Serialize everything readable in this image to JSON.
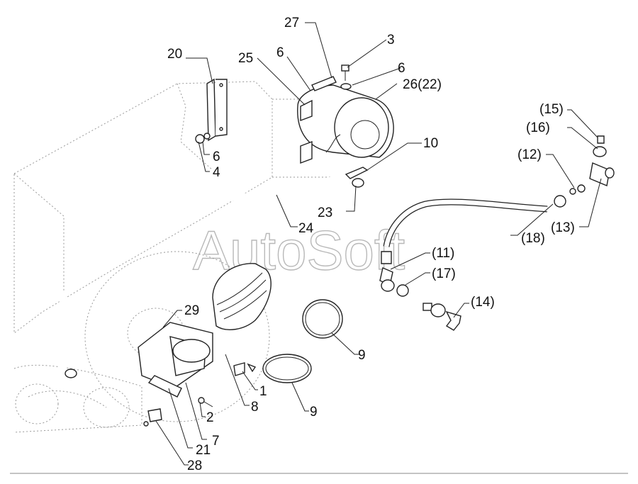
{
  "watermark": "AutoSoft",
  "callouts": {
    "c27": "27",
    "c3": "3",
    "c6a": "6",
    "c20": "20",
    "c25": "25",
    "c6b": "6",
    "c26": "26(22)",
    "c15": "(15)",
    "c16": "(16)",
    "c10": "10",
    "c12": "(12)",
    "c6c": "6",
    "c4": "4",
    "c23": "23",
    "c24": "24",
    "c18": "(18)",
    "c13": "(13)",
    "c11": "(11)",
    "c17": "(17)",
    "c14": "(14)",
    "c29": "29",
    "c9a": "9",
    "c1": "1",
    "c8": "8",
    "c2": "2",
    "c9b": "9",
    "c7": "7",
    "c21": "21",
    "c28": "28"
  }
}
